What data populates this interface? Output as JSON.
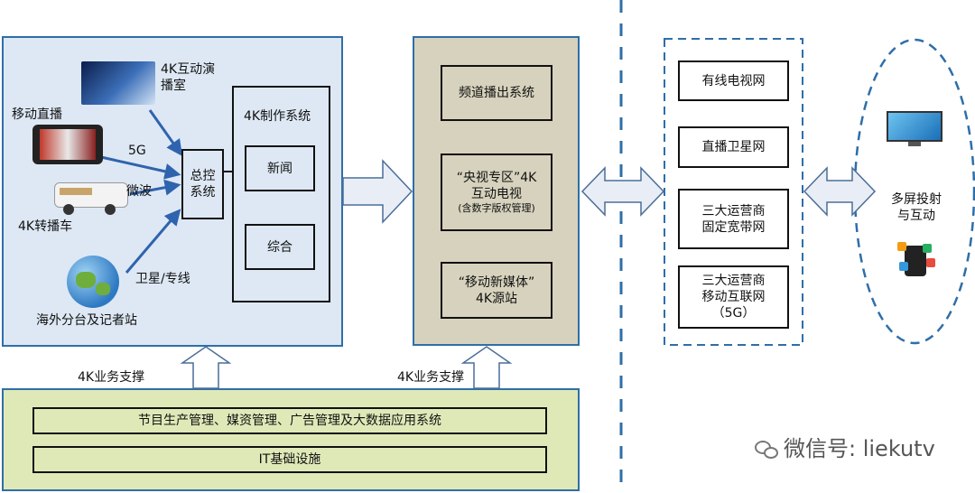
{
  "left_section": {
    "sources": {
      "studio": "4K互动演\n播室",
      "mobile_live": "移动直播",
      "link_5g": "5G",
      "microwave": "微波",
      "ob_van": "4K转播车",
      "satellite": "卫星/专线",
      "overseas": "海外分台及记者站"
    },
    "master_control": "总控\n系统",
    "production": {
      "title": "4K制作系统",
      "news": "新闻",
      "general": "综合"
    }
  },
  "middle_section": {
    "channel_playout": "频道播出系统",
    "cctv_zone_line1": "“央视专区”4K",
    "cctv_zone_line2": "互动电视",
    "cctv_zone_note": "(含数字版权管理)",
    "mobile_media_line1": "“移动新媒体”",
    "mobile_media_line2": "4K源站"
  },
  "networks": {
    "cable": "有线电视网",
    "satellite": "直播卫星网",
    "broadband": "三大运营商\n固定宽带网",
    "mobile": "三大运营商\n移动互联网\n（5G）"
  },
  "multiscreen": "多屏投射\n与互动",
  "support": {
    "left": "4K业务支撑",
    "right": "4K业务支撑",
    "management": "节目生产管理、媒资管理、广告管理及大数据应用系统",
    "infrastructure": "IT基础设施"
  },
  "watermark": "微信号: liekutv",
  "colors": {
    "blue_border": "#2f6ea8",
    "arrow_blue": "#2f63ad",
    "left_fill": "#dde8f4",
    "middle_fill": "#d6d2bd",
    "bottom_fill": "#dfe9b8"
  }
}
